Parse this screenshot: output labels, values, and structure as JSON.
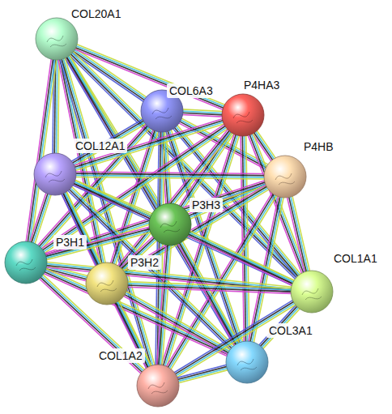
{
  "diagram": {
    "nodes": [
      {
        "text": [
          "COL20A1"
        ]
      },
      {
        "text": [
          "COL6A3"
        ]
      },
      {
        "text": [
          "P4HA3"
        ]
      },
      {
        "text": [
          "P4HB"
        ]
      },
      {
        "text": [
          "COL12A1"
        ]
      },
      {
        "text": [
          "P3H3"
        ]
      },
      {
        "text": [
          "P3H1"
        ]
      },
      {
        "text": [
          "P3H2"
        ]
      },
      {
        "text": [
          "COL1A1"
        ]
      },
      {
        "text": [
          "COL3A1"
        ]
      },
      {
        "text": [
          "COL1A2"
        ]
      }
    ],
    "edges": [
      {
        "from": 0,
        "to": 1,
        "arrow": "none"
      },
      {
        "from": 0,
        "to": 2,
        "arrow": "none"
      },
      {
        "from": 0,
        "to": 4,
        "arrow": "none"
      },
      {
        "from": 0,
        "to": 5,
        "arrow": "none"
      },
      {
        "from": 0,
        "to": 6,
        "arrow": "none"
      },
      {
        "from": 0,
        "to": 7,
        "arrow": "none"
      },
      {
        "from": 0,
        "to": 8,
        "arrow": "none"
      },
      {
        "from": 0,
        "to": 9,
        "arrow": "none"
      },
      {
        "from": 0,
        "to": 10,
        "arrow": "none"
      },
      {
        "from": 1,
        "to": 2,
        "arrow": "none"
      },
      {
        "from": 1,
        "to": 3,
        "arrow": "none"
      },
      {
        "from": 1,
        "to": 4,
        "arrow": "none"
      },
      {
        "from": 1,
        "to": 5,
        "arrow": "none"
      },
      {
        "from": 1,
        "to": 6,
        "arrow": "none"
      },
      {
        "from": 1,
        "to": 7,
        "arrow": "none"
      },
      {
        "from": 1,
        "to": 8,
        "arrow": "none"
      },
      {
        "from": 1,
        "to": 9,
        "arrow": "none"
      },
      {
        "from": 1,
        "to": 10,
        "arrow": "none"
      },
      {
        "from": 2,
        "to": 3,
        "arrow": "none"
      },
      {
        "from": 2,
        "to": 4,
        "arrow": "none"
      },
      {
        "from": 2,
        "to": 5,
        "arrow": "none"
      },
      {
        "from": 2,
        "to": 6,
        "arrow": "none"
      },
      {
        "from": 2,
        "to": 7,
        "arrow": "none"
      },
      {
        "from": 2,
        "to": 8,
        "arrow": "none"
      },
      {
        "from": 2,
        "to": 9,
        "arrow": "none"
      },
      {
        "from": 2,
        "to": 10,
        "arrow": "none"
      },
      {
        "from": 3,
        "to": 4,
        "arrow": "none"
      },
      {
        "from": 3,
        "to": 5,
        "arrow": "none"
      },
      {
        "from": 3,
        "to": 6,
        "arrow": "none"
      },
      {
        "from": 3,
        "to": 7,
        "arrow": "none"
      },
      {
        "from": 3,
        "to": 8,
        "arrow": "none"
      },
      {
        "from": 3,
        "to": 9,
        "arrow": "none"
      },
      {
        "from": 3,
        "to": 10,
        "arrow": "none"
      },
      {
        "from": 4,
        "to": 5,
        "arrow": "none"
      },
      {
        "from": 4,
        "to": 6,
        "arrow": "none"
      },
      {
        "from": 4,
        "to": 7,
        "arrow": "none"
      },
      {
        "from": 4,
        "to": 8,
        "arrow": "none"
      },
      {
        "from": 4,
        "to": 9,
        "arrow": "none"
      },
      {
        "from": 4,
        "to": 10,
        "arrow": "none"
      },
      {
        "from": 5,
        "to": 6,
        "arrow": "none"
      },
      {
        "from": 5,
        "to": 7,
        "arrow": "none"
      },
      {
        "from": 5,
        "to": 8,
        "arrow": "none"
      },
      {
        "from": 5,
        "to": 9,
        "arrow": "none"
      },
      {
        "from": 5,
        "to": 10,
        "arrow": "none"
      },
      {
        "from": 6,
        "to": 7,
        "arrow": "none"
      },
      {
        "from": 6,
        "to": 8,
        "arrow": "none"
      },
      {
        "from": 6,
        "to": 9,
        "arrow": "none"
      },
      {
        "from": 6,
        "to": 10,
        "arrow": "none"
      },
      {
        "from": 7,
        "to": 8,
        "arrow": "none"
      },
      {
        "from": 7,
        "to": 9,
        "arrow": "none"
      },
      {
        "from": 7,
        "to": 10,
        "arrow": "none"
      },
      {
        "from": 8,
        "to": 9,
        "arrow": "none"
      },
      {
        "from": 8,
        "to": 10,
        "arrow": "none"
      },
      {
        "from": 9,
        "to": 10,
        "arrow": "none"
      }
    ]
  }
}
